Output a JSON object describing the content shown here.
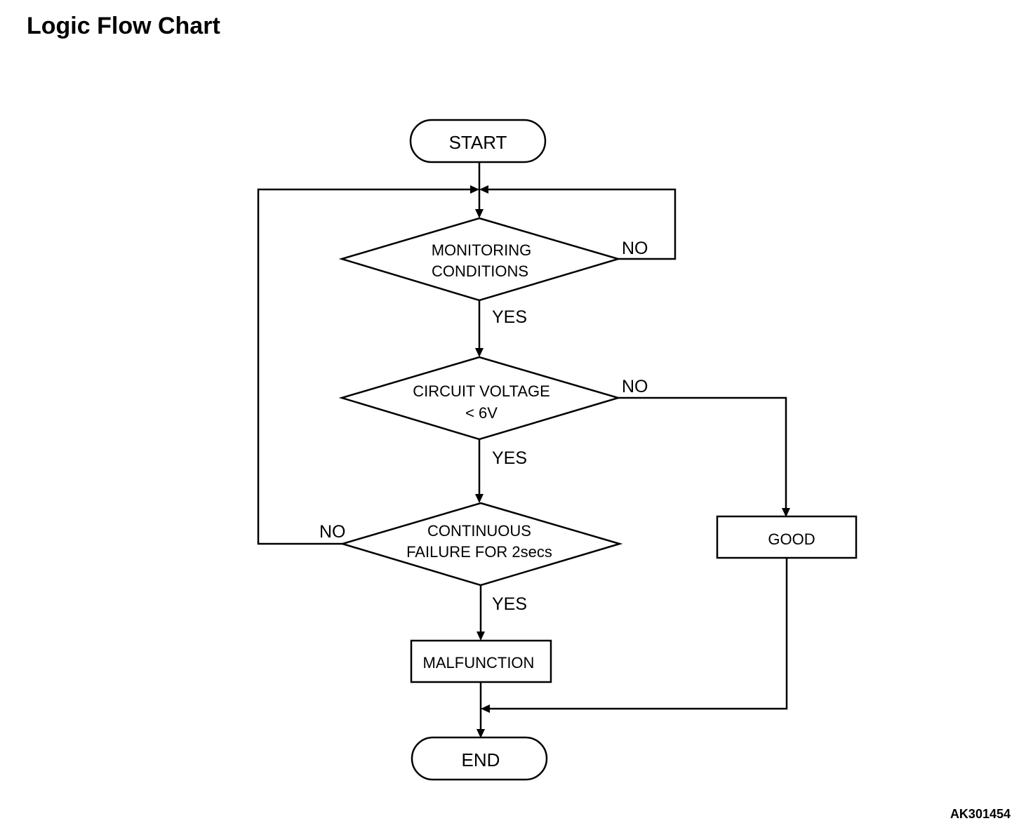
{
  "title": "Logic Flow Chart",
  "figure_id": "AK301454",
  "nodes": {
    "start": "START",
    "monitoring_line1": "MONITORING",
    "monitoring_line2": "CONDITIONS",
    "circuit_line1": "CIRCUIT VOLTAGE",
    "circuit_line2": "< 6V",
    "continuous_line1": "CONTINUOUS",
    "continuous_line2": "FAILURE FOR 2secs",
    "malfunction": "MALFUNCTION",
    "good": "GOOD",
    "end": "END"
  },
  "edge_labels": {
    "monitoring_no": "NO",
    "monitoring_yes": "YES",
    "circuit_no": "NO",
    "circuit_yes": "YES",
    "continuous_no": "NO",
    "continuous_yes": "YES"
  }
}
